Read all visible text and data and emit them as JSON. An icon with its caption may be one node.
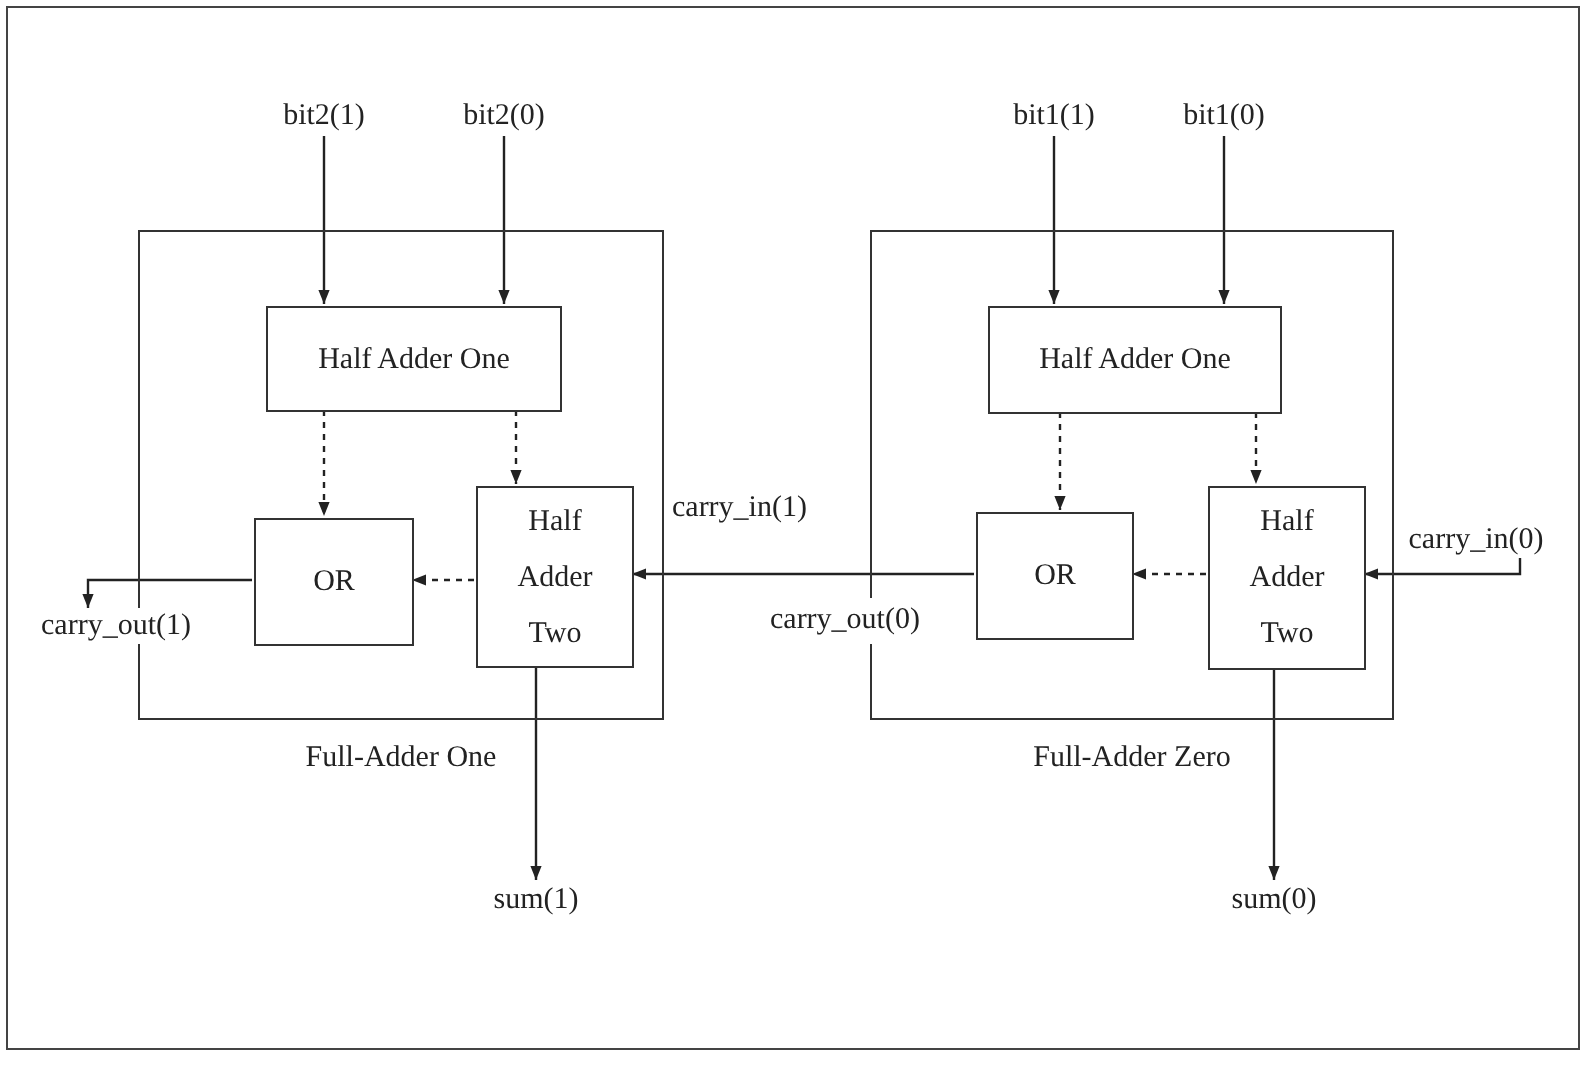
{
  "diagram": {
    "nodes": [
      {
        "text": [
          "Full-Adder One"
        ]
      },
      {
        "text": [
          "Half Adder One"
        ],
        "in": 0
      },
      {
        "text": [
          "OR"
        ],
        "in": 0
      },
      {
        "text": [
          "Half Adder Two"
        ],
        "in": 0
      },
      {
        "text": [
          "Full-Adder Zero"
        ]
      },
      {
        "text": [
          "Half Adder One"
        ],
        "in": 4
      },
      {
        "text": [
          "OR"
        ],
        "in": 4
      },
      {
        "text": [
          "Half Adder Two"
        ],
        "in": 4
      },
      {
        "text": [
          "bit2(1)"
        ]
      },
      {
        "text": [
          "bit2(0)"
        ]
      },
      {
        "text": [
          "bit1(1)"
        ]
      },
      {
        "text": [
          "bit1(0)"
        ]
      },
      {
        "text": [
          "sum(1)"
        ]
      },
      {
        "text": [
          "sum(0)"
        ]
      },
      {
        "text": [
          "carry_in(0)"
        ]
      },
      {
        "text": [
          "carry_out(1)"
        ]
      }
    ],
    "edges": [
      {
        "from": 8,
        "to": 1,
        "arrow": "to"
      },
      {
        "from": 9,
        "to": 1,
        "arrow": "to"
      },
      {
        "from": 10,
        "to": 5,
        "arrow": "to"
      },
      {
        "from": 11,
        "to": 5,
        "arrow": "to"
      },
      {
        "from": 1,
        "to": 2,
        "arrow": "to",
        "style": "dashed"
      },
      {
        "from": 1,
        "to": 3,
        "arrow": "to",
        "style": "dashed"
      },
      {
        "from": 3,
        "to": 2,
        "arrow": "to",
        "style": "dashed"
      },
      {
        "from": 5,
        "to": 6,
        "arrow": "to",
        "style": "dashed"
      },
      {
        "from": 5,
        "to": 7,
        "arrow": "to",
        "style": "dashed"
      },
      {
        "from": 7,
        "to": 6,
        "arrow": "to",
        "style": "dashed"
      },
      {
        "from": 6,
        "to": 3,
        "arrow": "to",
        "label": "carry_in(1)"
      },
      {
        "from": 14,
        "to": 7,
        "arrow": "to"
      },
      {
        "from": 2,
        "to": 15,
        "arrow": "to"
      },
      {
        "from": 3,
        "to": 12,
        "arrow": "to"
      },
      {
        "from": 7,
        "to": 13,
        "arrow": "to"
      }
    ],
    "labels": [
      "carry_out(0)"
    ]
  }
}
